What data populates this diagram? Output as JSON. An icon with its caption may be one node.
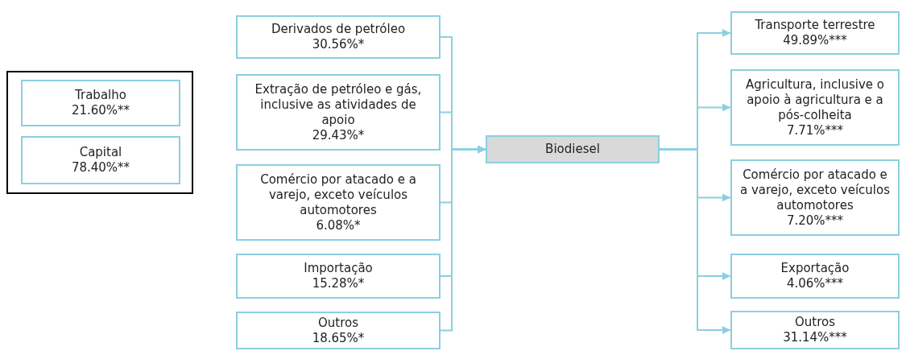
{
  "diagram": {
    "nodes": [
      {
        "text": [],
        "shape": "box"
      },
      {
        "text": [
          "Trabalho",
          "21.60%**"
        ],
        "in": 0
      },
      {
        "text": [
          "Capital",
          "78.40%**"
        ],
        "in": 0
      },
      {
        "text": [
          "Derivados de petróleo",
          "30.56%*"
        ]
      },
      {
        "text": [
          "Extração de petróleo e gás, inclusive as atividades de apoio",
          "29.43%*"
        ]
      },
      {
        "text": [
          "Comércio por atacado e a varejo, exceto veículos automotores",
          "6.08%*"
        ]
      },
      {
        "text": [
          "Importação",
          "15.28%*"
        ]
      },
      {
        "text": [
          "Outros",
          "18.65%*"
        ]
      },
      {
        "text": [
          "Biodiesel"
        ]
      },
      {
        "text": [
          "Transporte terrestre",
          "49.89%***"
        ]
      },
      {
        "text": [
          "Agricultura, inclusive o apoio à agricultura e a pós-colheita",
          "7.71%***"
        ]
      },
      {
        "text": [
          "Comércio por atacado e a varejo, exceto veículos automotores",
          "7.20%***"
        ]
      },
      {
        "text": [
          "Exportação",
          "4.06%***"
        ]
      },
      {
        "text": [
          "Outros",
          "31.14%***"
        ]
      }
    ],
    "edges": [
      {
        "from": 3,
        "to": 8,
        "arrow": "to"
      },
      {
        "from": 4,
        "to": 8,
        "arrow": "to"
      },
      {
        "from": 5,
        "to": 8,
        "arrow": "to"
      },
      {
        "from": 6,
        "to": 8,
        "arrow": "to"
      },
      {
        "from": 7,
        "to": 8,
        "arrow": "to"
      },
      {
        "from": 8,
        "to": 9,
        "arrow": "to"
      },
      {
        "from": 8,
        "to": 10,
        "arrow": "to"
      },
      {
        "from": 8,
        "to": 11,
        "arrow": "to"
      },
      {
        "from": 8,
        "to": 12,
        "arrow": "to"
      },
      {
        "from": 8,
        "to": 13,
        "arrow": "to"
      }
    ]
  }
}
